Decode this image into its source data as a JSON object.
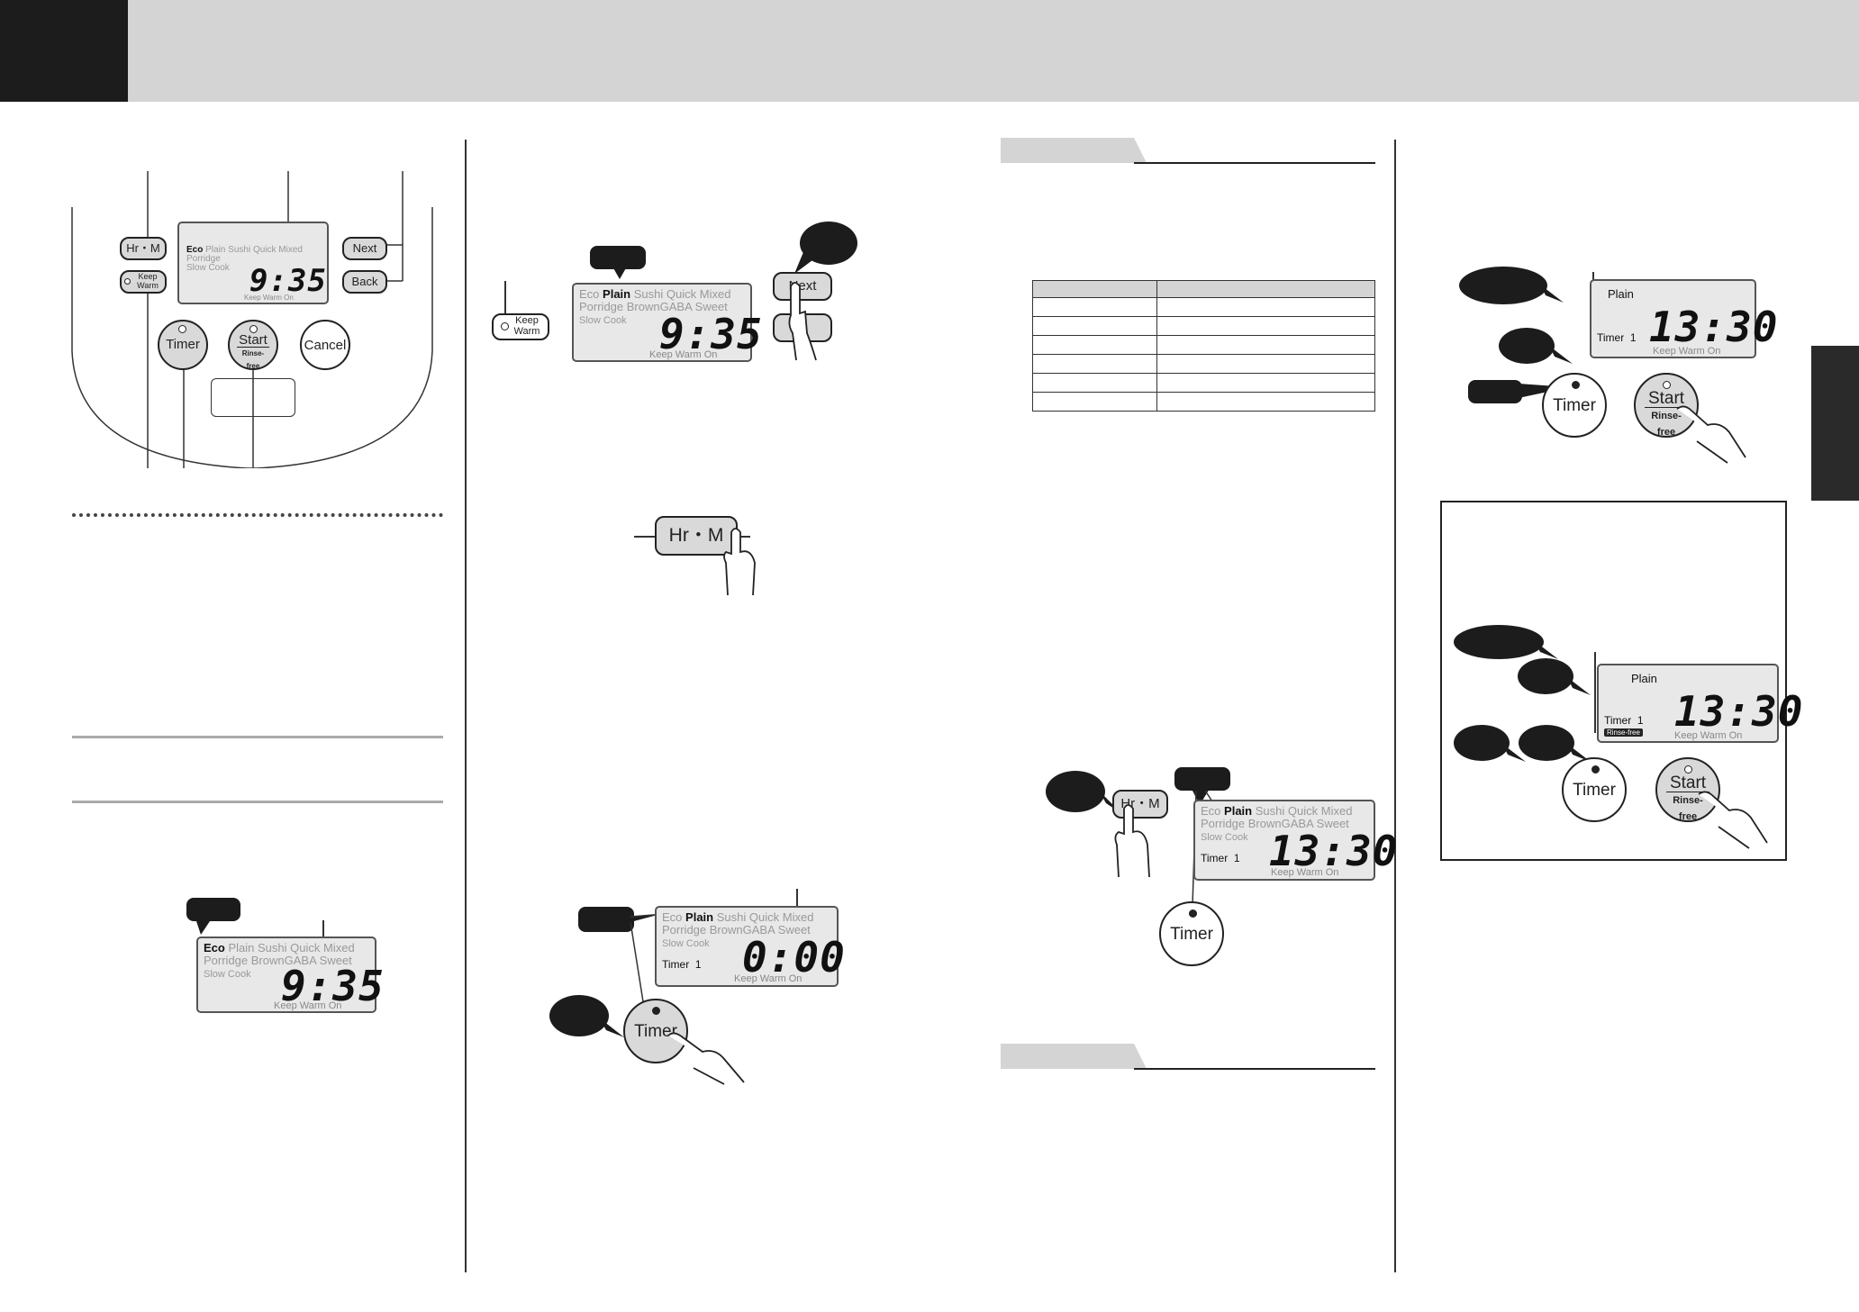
{
  "panel": {
    "hr_m": "Hr・M",
    "keep": "Keep",
    "warm": "Warm",
    "next": "Next",
    "back": "Back",
    "timer": "Timer",
    "start": "Start",
    "rinse_free": "Rinse-free",
    "cancel": "Cancel"
  },
  "lcd": {
    "eco": "Eco",
    "plain": "Plain",
    "sushi": "Sushi",
    "quick": "Quick",
    "mixed": "Mixed",
    "porridge": "Porridge",
    "browngaba": "BrownGABA",
    "sweet": "Sweet",
    "slow_cook": "Slow Cook",
    "keep_warm_on": "Keep Warm On",
    "timer_label": "Timer",
    "timer_no": "1",
    "time_clock": "9:35",
    "time_zero": "0:00",
    "time_set": "13:30",
    "rinse_free_badge": "Rinse-free"
  }
}
